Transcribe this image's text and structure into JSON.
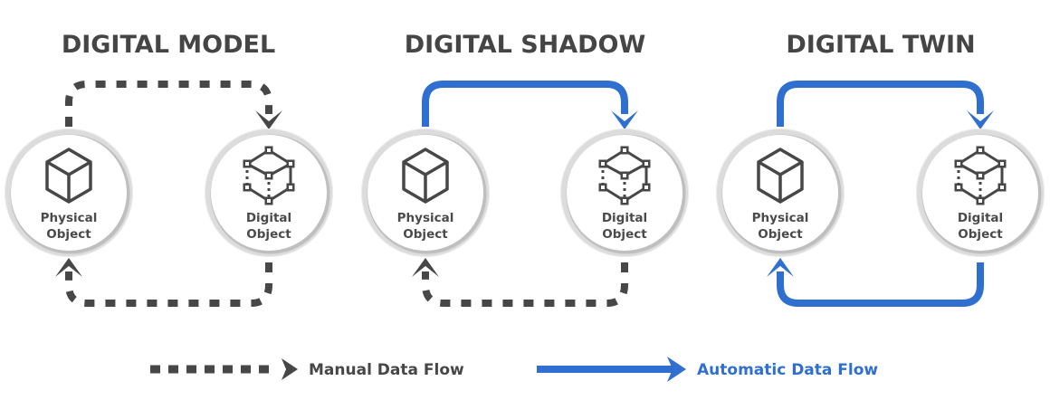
{
  "colors": {
    "manual": "#474747",
    "automatic": "#2f6fd0",
    "text": "#454545",
    "node_ring": "#d6d6d6"
  },
  "panels": [
    {
      "title": "DIGITAL MODEL",
      "physical_label": [
        "Physical",
        "Object"
      ],
      "digital_label": [
        "Digital",
        "Object"
      ],
      "forward_flow": "manual",
      "return_flow": "manual"
    },
    {
      "title": "DIGITAL SHADOW",
      "physical_label": [
        "Physical",
        "Object"
      ],
      "digital_label": [
        "Digital",
        "Object"
      ],
      "forward_flow": "automatic",
      "return_flow": "manual"
    },
    {
      "title": "DIGITAL TWIN",
      "physical_label": [
        "Physical",
        "Object"
      ],
      "digital_label": [
        "Digital",
        "Object"
      ],
      "forward_flow": "automatic",
      "return_flow": "automatic"
    }
  ],
  "legend": {
    "manual_label": "Manual Data Flow",
    "automatic_label": "Automatic Data Flow"
  },
  "icons": {
    "physical": "cube-icon",
    "digital": "wireframe-cube-icon"
  }
}
